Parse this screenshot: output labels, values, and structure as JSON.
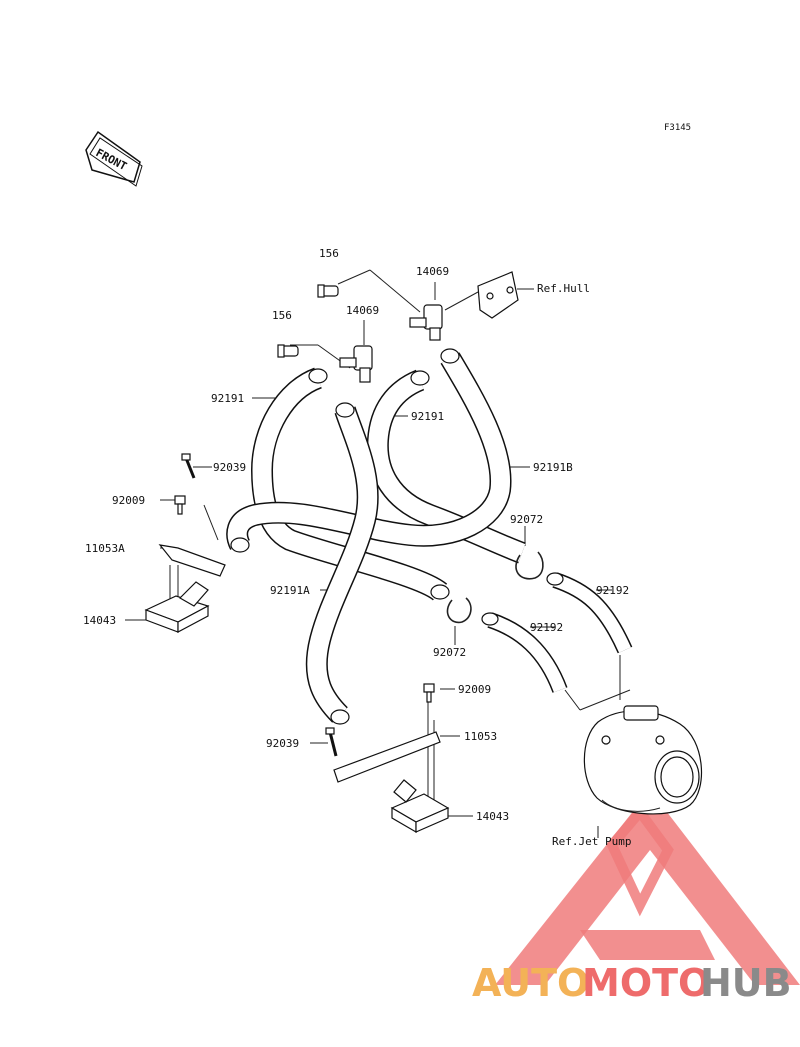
{
  "diagram": {
    "code": "F3145",
    "front_label": "FRONT",
    "callouts": {
      "bolt_top": "156",
      "bolt_mid": "156",
      "fitting_top": "14069",
      "fitting_mid": "14069",
      "ref_hull": "Ref.Hull",
      "hose_left": "92191",
      "hose_center": "92191",
      "hose_right": "92191B",
      "clamp_pin_upper": "92039",
      "screw_upper": "92009",
      "bracket_upper": "11053A",
      "clamp_right": "92072",
      "hose_lower": "92191A",
      "pipe_right": "92192",
      "pipe_center": "92192",
      "clamp_center": "92072",
      "filter_upper": "14043",
      "screw_lower": "92009",
      "clamp_pin_lower": "92039",
      "bracket_lower": "11053",
      "filter_lower": "14043",
      "ref_jet_pump": "Ref.Jet Pump"
    },
    "watermark": {
      "part1": "AUTO",
      "part2": "MOTO",
      "part3": "HUB"
    }
  }
}
